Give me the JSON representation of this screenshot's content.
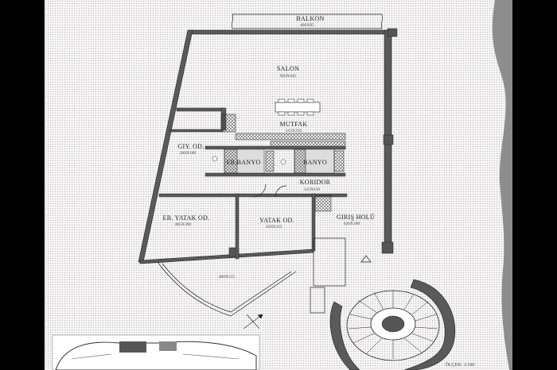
{
  "title_balcony": "BALKON",
  "dim_balcony": "460X85",
  "rooms": [
    {
      "id": "salon",
      "name": "SALON",
      "dims": "920X445"
    },
    {
      "id": "mutfak",
      "name": "MUTFAK",
      "dims": "515X210"
    },
    {
      "id": "giy-od",
      "name": "GIY. OD.",
      "dims": "260X180"
    },
    {
      "id": "eb-banyo",
      "name": "EB.BANYO",
      "dims": ""
    },
    {
      "id": "banyo",
      "name": "BANYO",
      "dims": ""
    },
    {
      "id": "koridor",
      "name": "KORIDOR",
      "dims": "515X110"
    },
    {
      "id": "eb-yatak",
      "name": "EB. YATAK OD.",
      "dims": "465X390"
    },
    {
      "id": "yatak",
      "name": "YATAK OD.",
      "dims": "350X315"
    },
    {
      "id": "giris",
      "name": "GIRIŞ HOLÜ",
      "dims": "620X180"
    }
  ],
  "terrace_dims": "460X315",
  "scale": "ÖLÇEK: 1/100",
  "colors": {
    "paper": "#f6f4f4",
    "ink": "#222222",
    "wall": "#5a5a5a"
  }
}
